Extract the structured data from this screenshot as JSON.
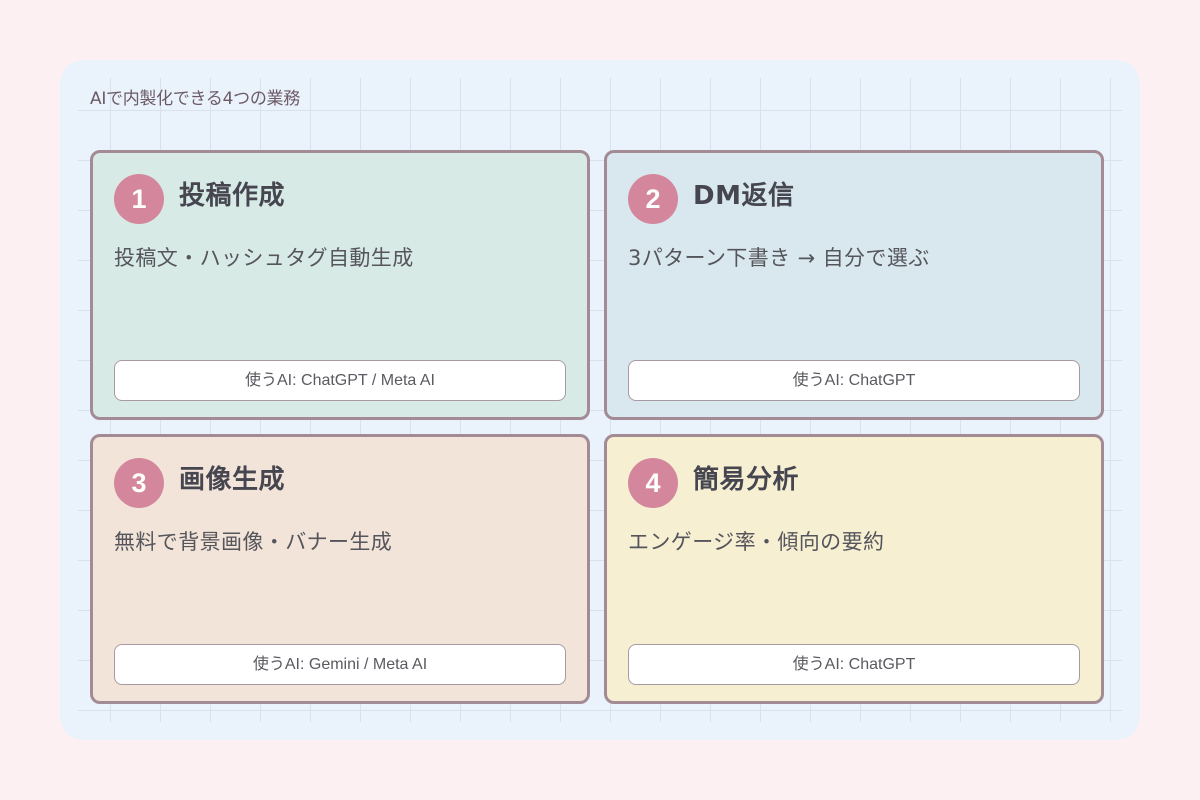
{
  "title": "AIで内製化できる4つの業務",
  "cards": [
    {
      "number": "1",
      "title": "投稿作成",
      "description": "投稿文・ハッシュタグ自動生成",
      "ai_tools": "使うAI: ChatGPT / Meta AI",
      "bg_color": "#d8eae6"
    },
    {
      "number": "2",
      "title": "DM返信",
      "description": "3パターン下書き → 自分で選ぶ",
      "ai_tools": "使うAI: ChatGPT",
      "bg_color": "#d9e8ee"
    },
    {
      "number": "3",
      "title": "画像生成",
      "description": "無料で背景画像・バナー生成",
      "ai_tools": "使うAI: Gemini / Meta AI",
      "bg_color": "#f2e4d9"
    },
    {
      "number": "4",
      "title": "簡易分析",
      "description": "エンゲージ率・傾向の要約",
      "ai_tools": "使うAI: ChatGPT",
      "bg_color": "#f6efd2"
    }
  ],
  "colors": {
    "page_bg": "#fdf0f2",
    "panel_bg": "#eaf2fb",
    "badge": "#d4879c",
    "card_border": "#a38b95"
  }
}
